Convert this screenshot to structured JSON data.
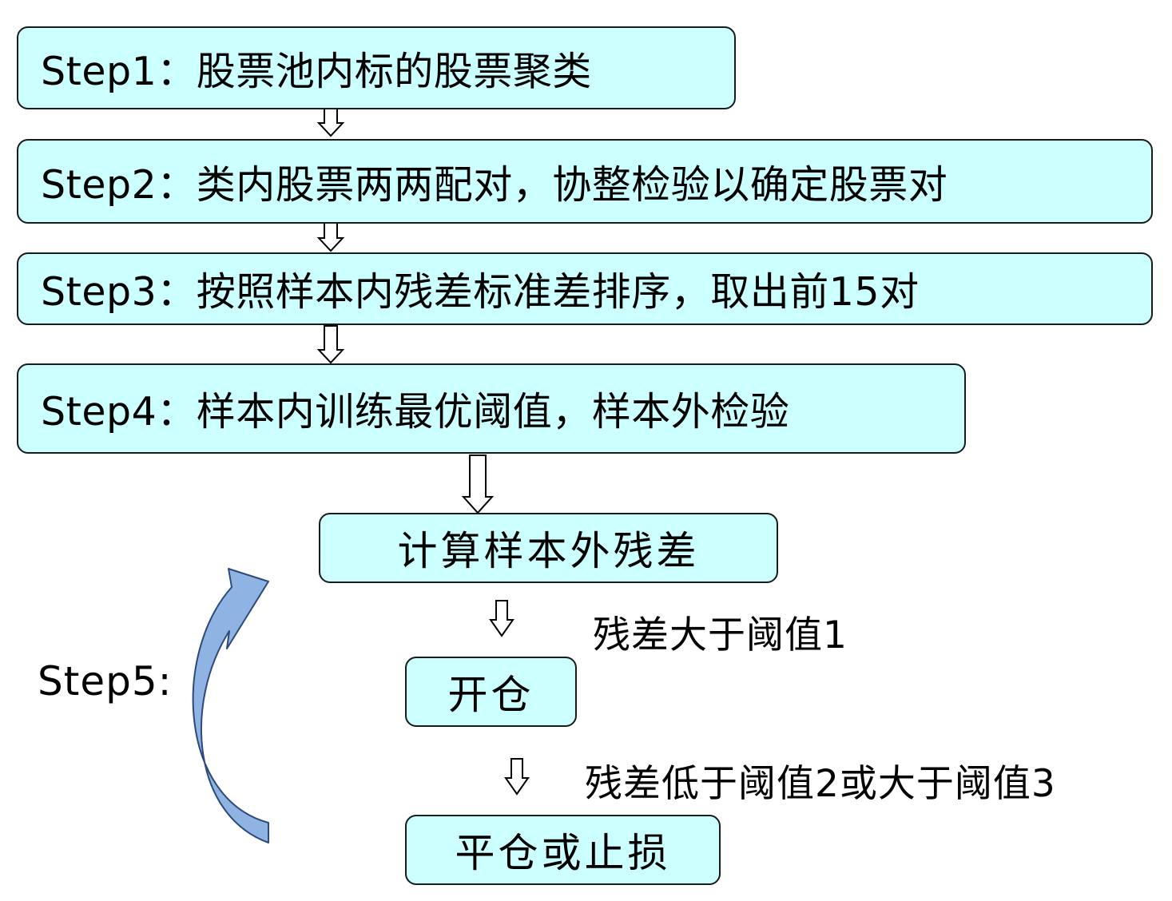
{
  "steps": [
    "Step1：股票池内标的股票聚类",
    "Step2：类内股票两两配对，协整检验以确定股票对",
    "Step3：按照样本内残差标准差排序，取出前15对",
    "Step4：样本内训练最优阈值，样本外检验"
  ],
  "step5": {
    "label": "Step5:",
    "compute_box": "计算样本外残差",
    "open_box": "开仓",
    "close_box": "平仓或止损",
    "condition_open": "残差大于阈值1",
    "condition_close": "残差低于阈值2或大于阈值3"
  },
  "colors": {
    "box_fill": "#ccffff",
    "box_border": "#1a1a1a",
    "loop_arrow_fill": "#8fb4e3",
    "loop_arrow_stroke": "#2b4a7a"
  }
}
